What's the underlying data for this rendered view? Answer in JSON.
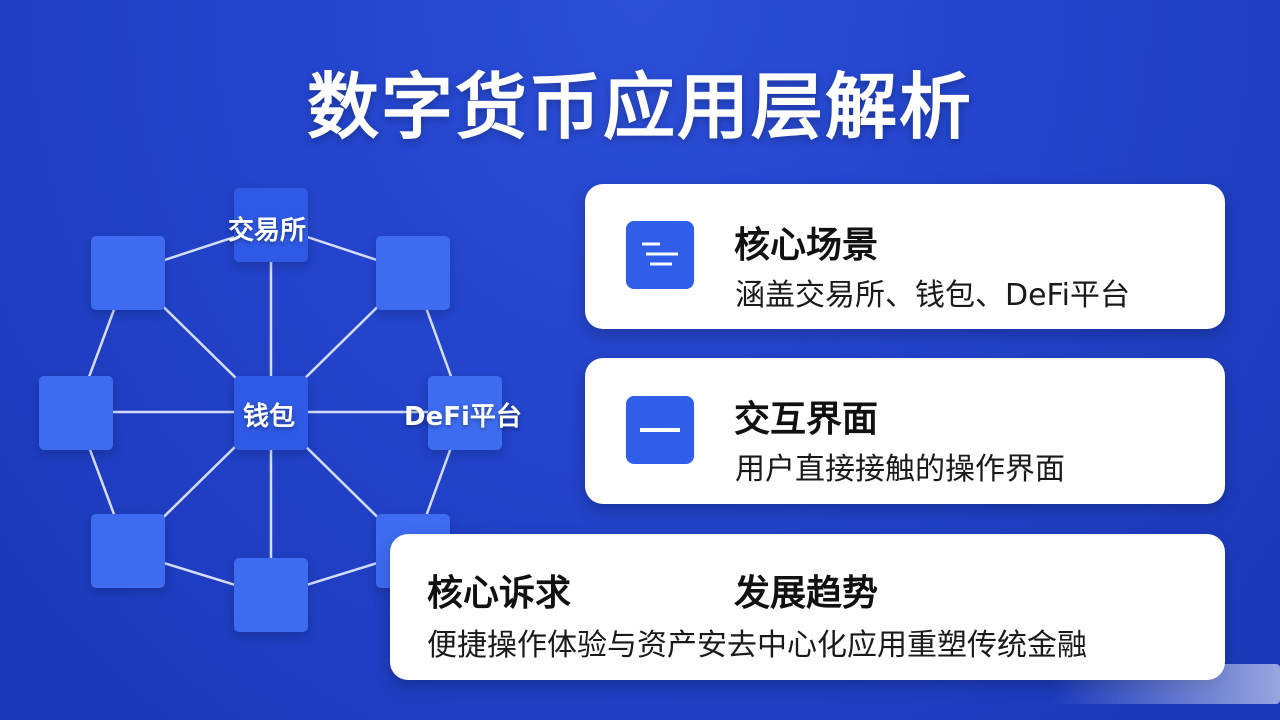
{
  "title": "数字货币应用层解析",
  "diagram": {
    "labels": {
      "exchange": "交易所",
      "wallet": "钱包",
      "defi": "DeFi平台"
    }
  },
  "cards": [
    {
      "heading": "核心场景",
      "text": "涵盖交易所、钱包、DeFi平台",
      "icon": "list-icon"
    },
    {
      "heading": "交互界面",
      "text": "用户直接接触的操作界面",
      "icon": "minus-icon"
    }
  ],
  "bottom_card": {
    "heading_left": "核心诉求",
    "heading_right": "发展趋势",
    "text": "便捷操作体验与资产安去中心化应用重塑传统金融"
  },
  "colors": {
    "background": "#2344cc",
    "node": "#3d6cf0",
    "icon": "#2f5ee8",
    "card": "#ffffff"
  }
}
